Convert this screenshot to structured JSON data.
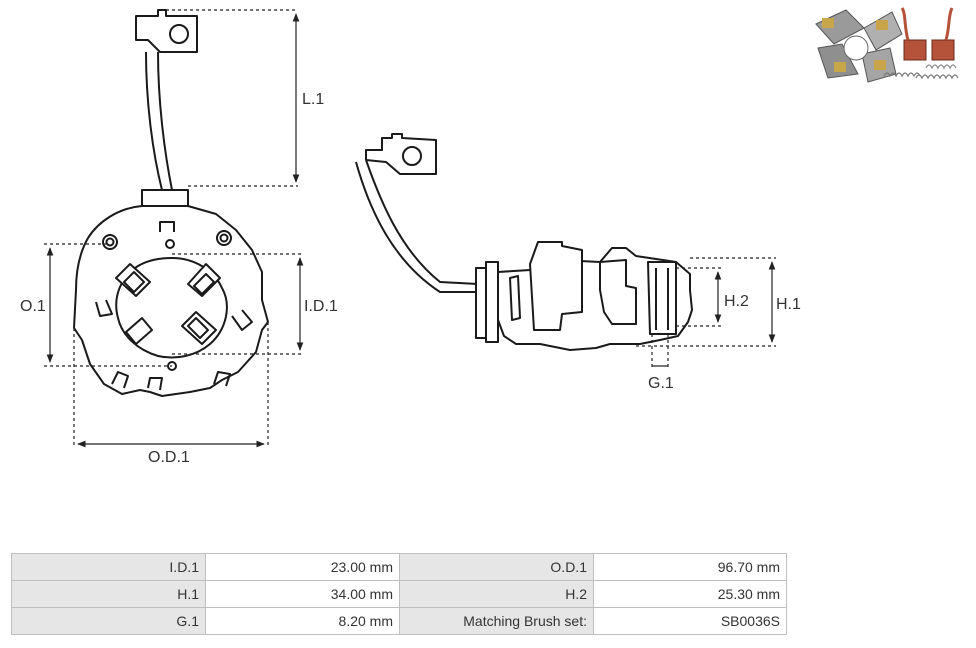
{
  "dimensions": {
    "L1": "L.1",
    "O1": "O.1",
    "ID1": "I.D.1",
    "OD1": "O.D.1",
    "H1": "H.1",
    "H2": "H.2",
    "G1": "G.1"
  },
  "specs": {
    "rows": [
      [
        {
          "label": "I.D.1",
          "value": "23.00 mm"
        },
        {
          "label": "O.D.1",
          "value": "96.70 mm"
        }
      ],
      [
        {
          "label": "H.1",
          "value": "34.00 mm"
        },
        {
          "label": "H.2",
          "value": "25.30 mm"
        }
      ],
      [
        {
          "label": "G.1",
          "value": "8.20 mm"
        },
        {
          "label": "Matching Brush set:",
          "value": "SB0036S"
        }
      ]
    ]
  },
  "colors": {
    "line": "#1a1a1a",
    "dimension": "#222222",
    "table_label_bg": "#e6e6e6",
    "table_border": "#bfbfbf",
    "brush_copper": "#b5533a"
  },
  "thumbnail": {
    "icon": "brush-holder-photo-icon"
  }
}
